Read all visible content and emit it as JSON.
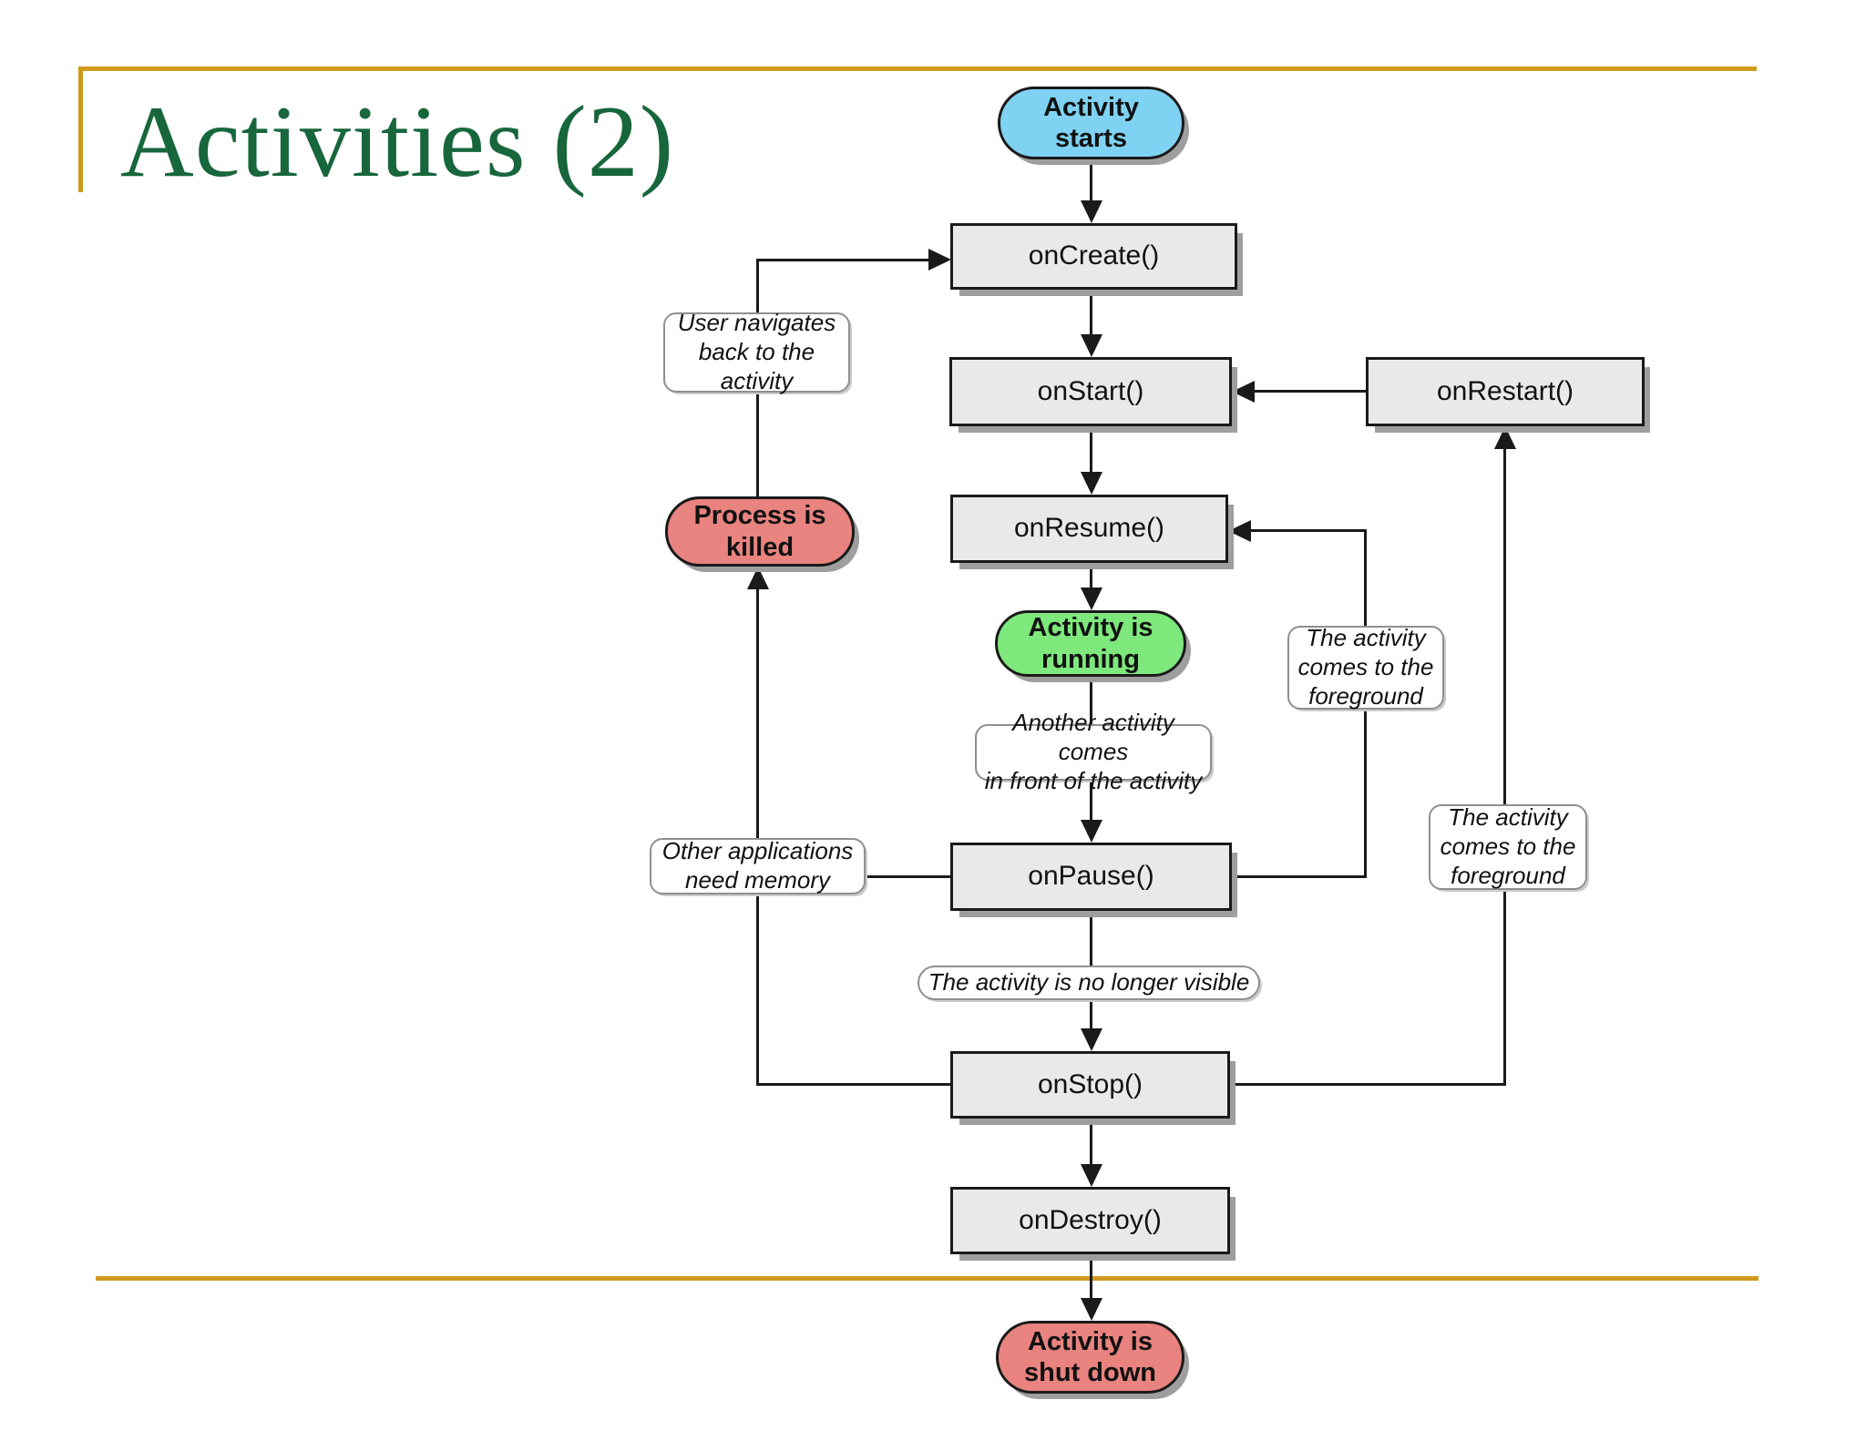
{
  "slide": {
    "title": "Activities (2)"
  },
  "colors": {
    "gold": "#cf9b1d",
    "title_green": "#17663c",
    "start_blue": "#7fd2f2",
    "running_green": "#7ee87d",
    "killed_red": "#e8837f",
    "box_gray": "#e9e9e9"
  },
  "nodes": {
    "activity_starts": "Activity\nstarts",
    "on_create": "onCreate()",
    "on_start": "onStart()",
    "on_restart": "onRestart()",
    "on_resume": "onResume()",
    "activity_running": "Activity is\nrunning",
    "on_pause": "onPause()",
    "on_stop": "onStop()",
    "on_destroy": "onDestroy()",
    "activity_shutdown": "Activity is\nshut down",
    "process_killed": "Process is\nkilled"
  },
  "annotations": {
    "user_navigates": "User navigates\nback to the\nactivity",
    "other_apps": "Other applications\nneed memory",
    "another_activity": "Another activity comes\nin front of the activity",
    "no_longer_visible": "The activity is no longer visible",
    "foreground_left": "The activity\ncomes to the\nforeground",
    "foreground_right": "The activity\ncomes to the\nforeground"
  }
}
